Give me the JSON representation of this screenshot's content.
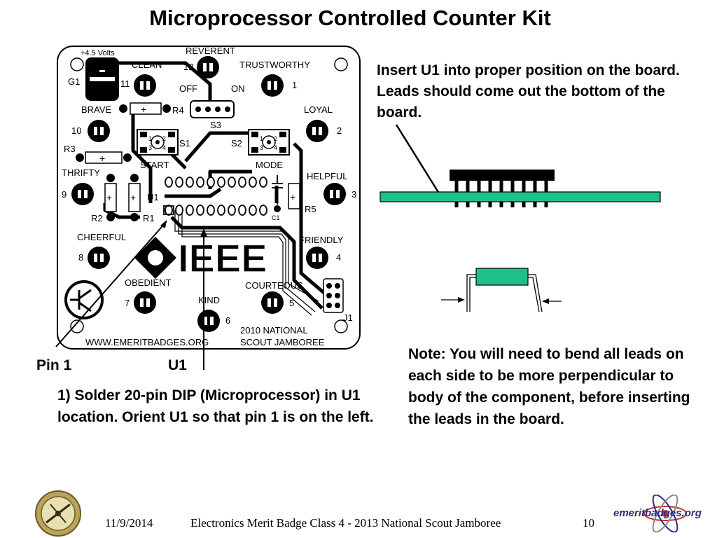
{
  "slide": {
    "title": "Microprocessor Controlled Counter Kit",
    "insert_instruction": "Insert U1 into proper position on the board.  Leads should come out the bottom of the board.",
    "note": "Note: You will need to bend all leads on each side to be more perpendicular to body of the component, before inserting the leads in the board.",
    "step": "1) Solder 20-pin DIP (Microprocessor) in U1 location.  Orient U1 so that pin 1 is on the left.",
    "pin1_label": "Pin 1",
    "u1_label": "U1"
  },
  "board": {
    "voltage": "+4.5 Volts",
    "g1": "G1",
    "reverent": "REVERENT",
    "clean": "CLEAN",
    "trustworthy": "TRUSTWORTHY",
    "n12": "12",
    "n11": "11",
    "n1": "1",
    "off": "OFF",
    "on": "ON",
    "brave": "BRAVE",
    "r4": "R4",
    "s3": "S3",
    "loyal": "LOYAL",
    "n10": "10",
    "n2": "2",
    "s1": "S1",
    "s2": "S2",
    "start": "START",
    "mode": "MODE",
    "r3": "R3",
    "thrifty": "THRIFTY",
    "helpful": "HELPFUL",
    "n9": "9",
    "n3": "3",
    "u1": "U1",
    "r2": "R2",
    "r1": "R1",
    "r5": "R5",
    "c1": "C1",
    "cheerful": "CHEERFUL",
    "friendly": "FRIENDLY",
    "n8": "8",
    "n4": "4",
    "ieee": "IEEE",
    "obedient": "OBEDIENT",
    "courteous": "COURTEOUS",
    "n7": "7",
    "n5": "5",
    "kind": "KIND",
    "n6": "6",
    "j1": "J1",
    "website": "WWW.EMERITBADGES.ORG",
    "national": "2010 NATIONAL",
    "jamboree": "SCOUT JAMBOREE",
    "s_1": "1",
    "s_2": "2",
    "s_3": "3",
    "s_4": "4"
  },
  "footer": {
    "date": "11/9/2014",
    "course": "Electronics Merit Badge Class 4 - 2013 National Scout Jamboree",
    "page": "10",
    "logo": "emeritbadges.org"
  },
  "colors": {
    "pcb_green": "#1fbf8a",
    "trace": "#000000"
  }
}
